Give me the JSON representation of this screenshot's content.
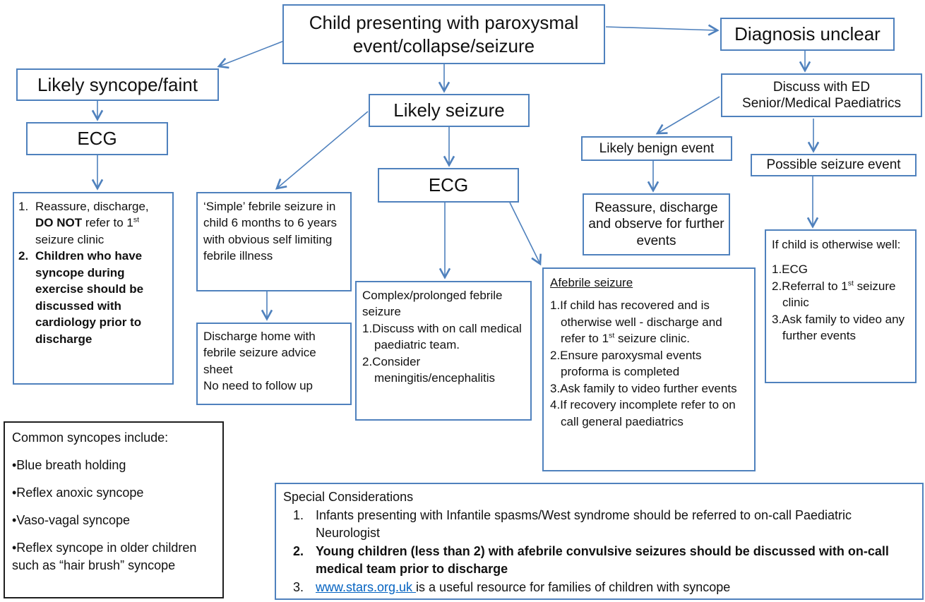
{
  "colors": {
    "line_blue": "#4f81bd",
    "box_border_black": "#1f1f1f",
    "text": "#111111",
    "link_blue": "#0563c1",
    "background": "#ffffff"
  },
  "boxes": {
    "top": {
      "text": "Child presenting with paroxysmal event/collapse/seizure"
    },
    "diagnosis_unclear": {
      "text": "Diagnosis unclear"
    },
    "likely_syncope": {
      "text": "Likely syncope/faint"
    },
    "ecg_left": {
      "text": "ECG"
    },
    "syncope_actions": {
      "item1_num": "1.",
      "item1_a": "Reassure, discharge, ",
      "item1_b": "DO NOT",
      "item1_c": " refer to 1",
      "item1_sup": "st",
      "item1_d": " seizure clinic",
      "item2_num": "2.",
      "item2": "Children who have syncope during exercise should be discussed with cardiology prior to discharge"
    },
    "likely_seizure": {
      "text": "Likely seizure"
    },
    "ecg_mid": {
      "text": "ECG"
    },
    "simple_febrile": {
      "text": "‘Simple’ febrile seizure in child 6 months to 6 years with obvious self limiting febrile illness"
    },
    "discharge_home": {
      "line1": "Discharge home with febrile seizure advice sheet",
      "line2": "No need to follow up"
    },
    "complex_febrile": {
      "title": "Complex/prolonged febrile seizure",
      "item1": "1.Discuss with on call medical paediatric team.",
      "item2": "2.Consider meningitis/encephalitis"
    },
    "afebrile": {
      "title": "Afebrile seizure",
      "item1_a": "1.If child has recovered and is otherwise well - discharge and refer to 1",
      "item1_sup": "st",
      "item1_b": " seizure clinic.",
      "item2": "2.Ensure paroxysmal events proforma is completed",
      "item3": "3.Ask family to video further events",
      "item4": "4.If recovery incomplete refer to on call general paediatrics"
    },
    "discuss_ed": {
      "line1": "Discuss with ED",
      "line2": "Senior/Medical Paediatrics"
    },
    "likely_benign": {
      "text": "Likely benign event"
    },
    "reassure_observe": {
      "text": "Reassure, discharge and observe for further events"
    },
    "possible_seizure": {
      "text": "Possible seizure event"
    },
    "otherwise_well": {
      "intro": "If child is otherwise well:",
      "item1": "1.ECG",
      "item2_a": "2.Referral to 1",
      "item2_sup": "st",
      "item2_b": " seizure clinic",
      "item3": "3.Ask family to video any further events"
    },
    "common_syncopes": {
      "title": "Common syncopes include:",
      "bullet1": "•Blue breath holding",
      "bullet2": "•Reflex anoxic syncope",
      "bullet3": "•Vaso-vagal syncope",
      "bullet4": "•Reflex syncope in older children such as “hair brush” syncope"
    },
    "special": {
      "title": "Special Considerations",
      "item1_num": "1.",
      "item1": "Infants presenting with Infantile spasms/West syndrome should be referred to on-call Paediatric Neurologist",
      "item2_num": "2.",
      "item2": "Young children (less than 2) with afebrile convulsive seizures should be discussed with on-call medical team prior to discharge",
      "item3_num": "3.",
      "item3_link": "www.stars.org.uk ",
      "item3_rest": "is a useful resource for families of children with syncope"
    }
  }
}
